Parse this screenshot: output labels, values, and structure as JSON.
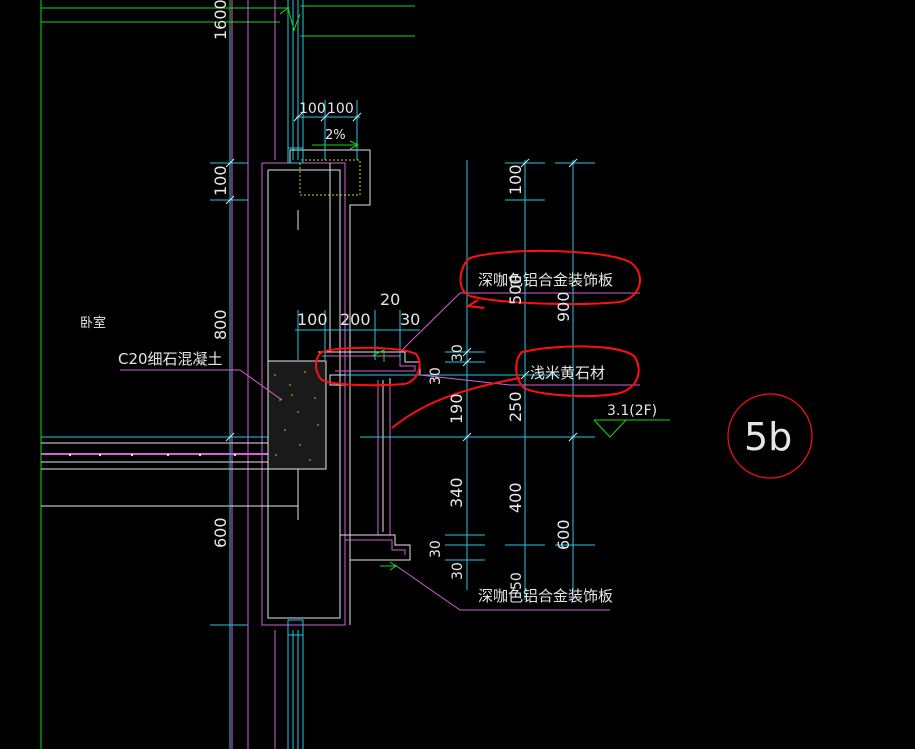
{
  "colors": {
    "background": "#000000",
    "green": "#16d816",
    "cyan": "#20c8e8",
    "magenta": "#d65fd6",
    "white": "#e6e6e6",
    "yellow": "#d8d800",
    "red": "#ff1010",
    "dim": "#707070"
  },
  "dims": {
    "top_left_vertical": "1600",
    "mullion_100a": "100",
    "mullion_100b": "100",
    "slope": "2%",
    "left_100": "100",
    "left_800": "800",
    "left_600": "600",
    "sill_100": "100",
    "sill_200": "200",
    "sill_20": "20",
    "sill_30": "30",
    "inner_30": "30",
    "inner_30b": "30",
    "inner_190": "190",
    "inner_340": "340",
    "inner_30c": "30",
    "inner_30d": "30",
    "mid_100": "100",
    "mid_500": "500",
    "mid_250": "250",
    "mid_400": "400",
    "mid_50": "50",
    "right_900": "900",
    "right_600": "600"
  },
  "labels": {
    "room": "卧室",
    "concrete": "C20细石混凝土",
    "top_panel": "深咖色铝合金装饰板",
    "stone": "浅米黄石材",
    "bottom_panel": "深咖色铝合金装饰板",
    "level": "3.1(2F)",
    "detail_tag": "5b"
  }
}
